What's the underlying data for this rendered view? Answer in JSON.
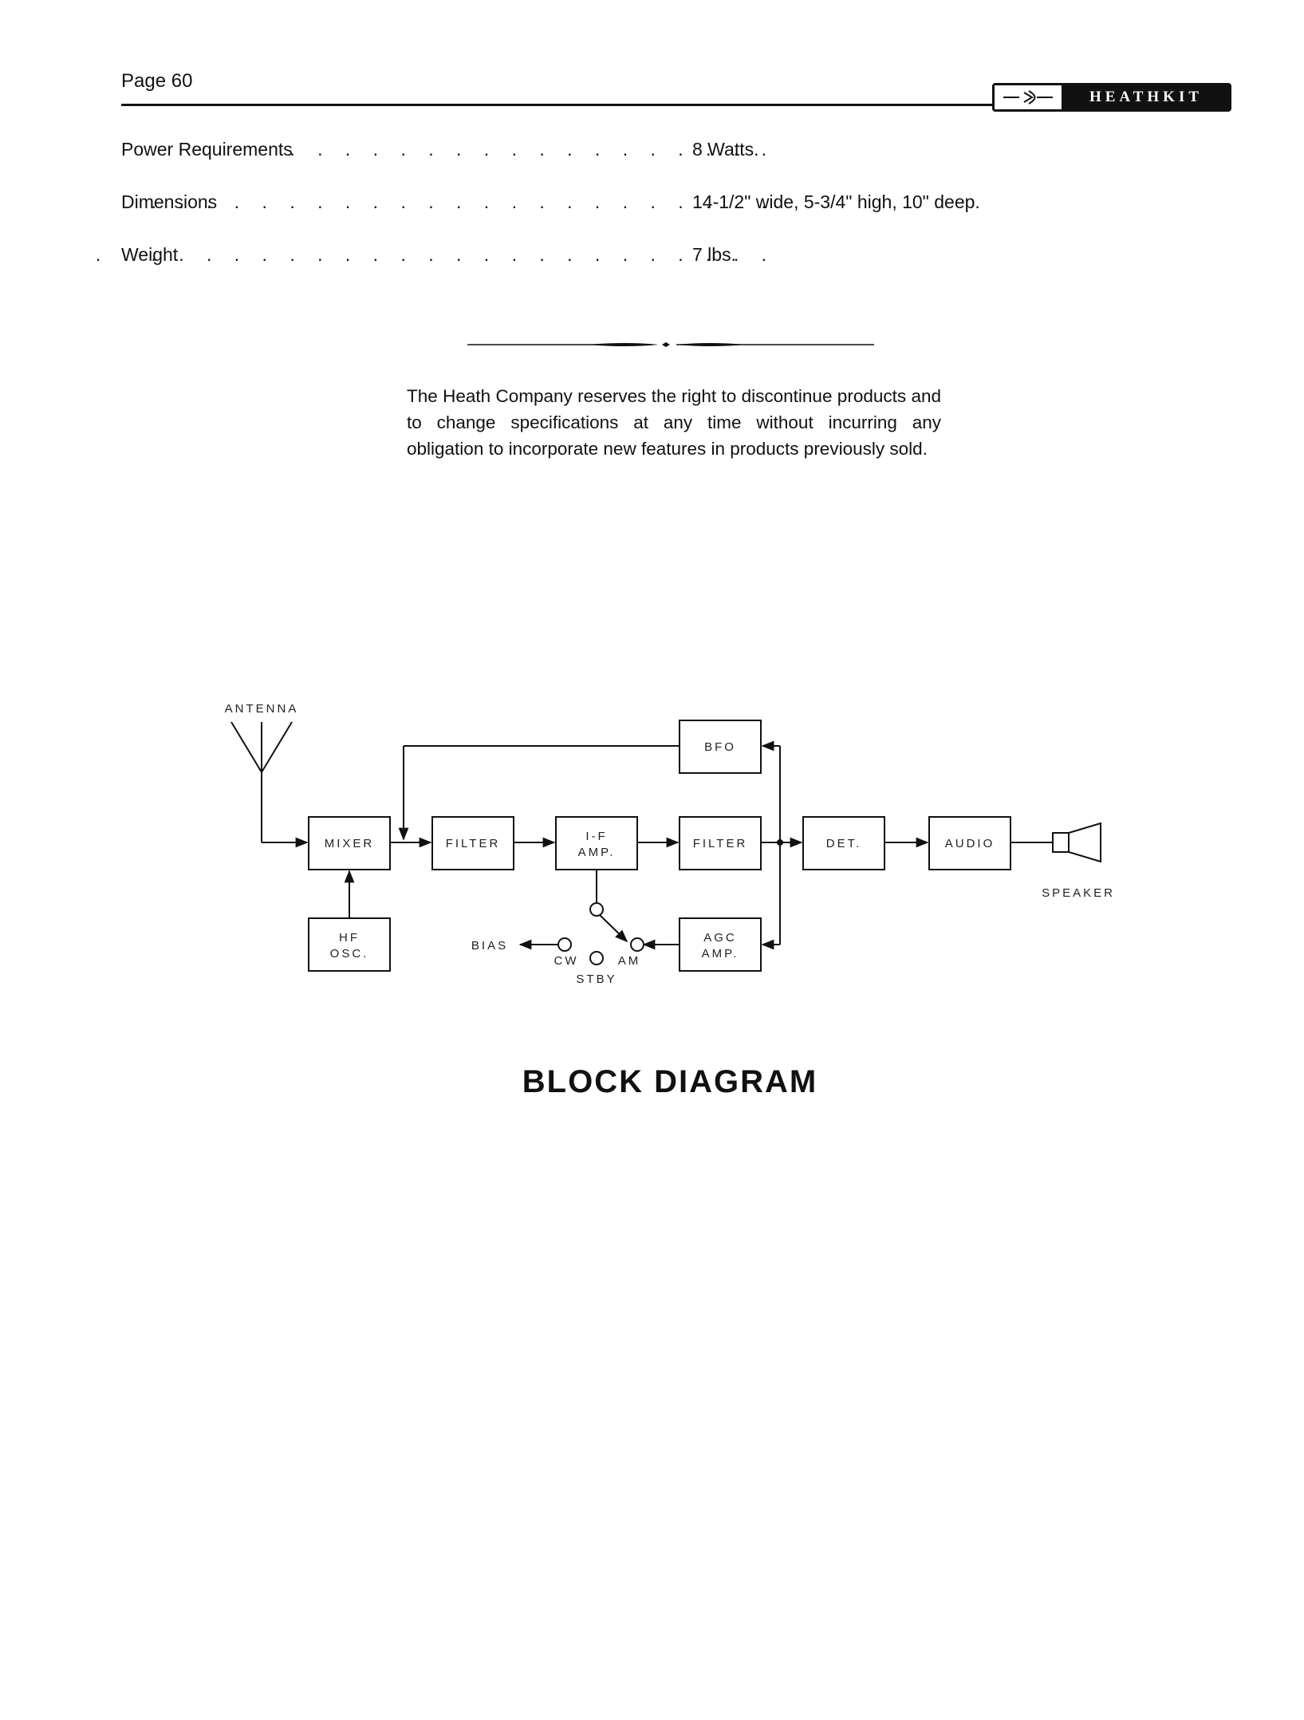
{
  "header": {
    "page_label": "Page 60",
    "logo_text": "HEATHKIT"
  },
  "specs": [
    {
      "label": "Power Requirements",
      "dots": ". . . . . . . . . . . . . . . . . .",
      "value": "8 Watts."
    },
    {
      "label": "Dimensions",
      "dots": ". . . . . . . . . . . . . . . . . . . . . . .",
      "value": "14-1/2\" wide, 5-3/4\" high, 10\" deep."
    },
    {
      "label": "Weight",
      "dots": ". . . . . . . . . . . . . . . . . . . . . . . . .",
      "value": "7 lbs."
    }
  ],
  "notice": "The Heath Company reserves the right to discontinue products and to change specifications at any time without incurring any obligation to incorporate new features in products previously sold.",
  "diagram": {
    "title": "BLOCK DIAGRAM",
    "labels": {
      "antenna": "ANTENNA",
      "mixer": "MIXER",
      "filter1": "FILTER",
      "if_amp_1": "I-F",
      "if_amp_2": "AMP.",
      "filter2": "FILTER",
      "det": "DET.",
      "audio": "AUDIO",
      "speaker": "SPEAKER",
      "bfo": "BFO",
      "hf_osc_1": "HF",
      "hf_osc_2": "OSC.",
      "agc_amp_1": "AGC",
      "agc_amp_2": "AMP.",
      "bias": "BIAS",
      "cw": "CW",
      "am": "AM",
      "stby": "STBY"
    }
  }
}
